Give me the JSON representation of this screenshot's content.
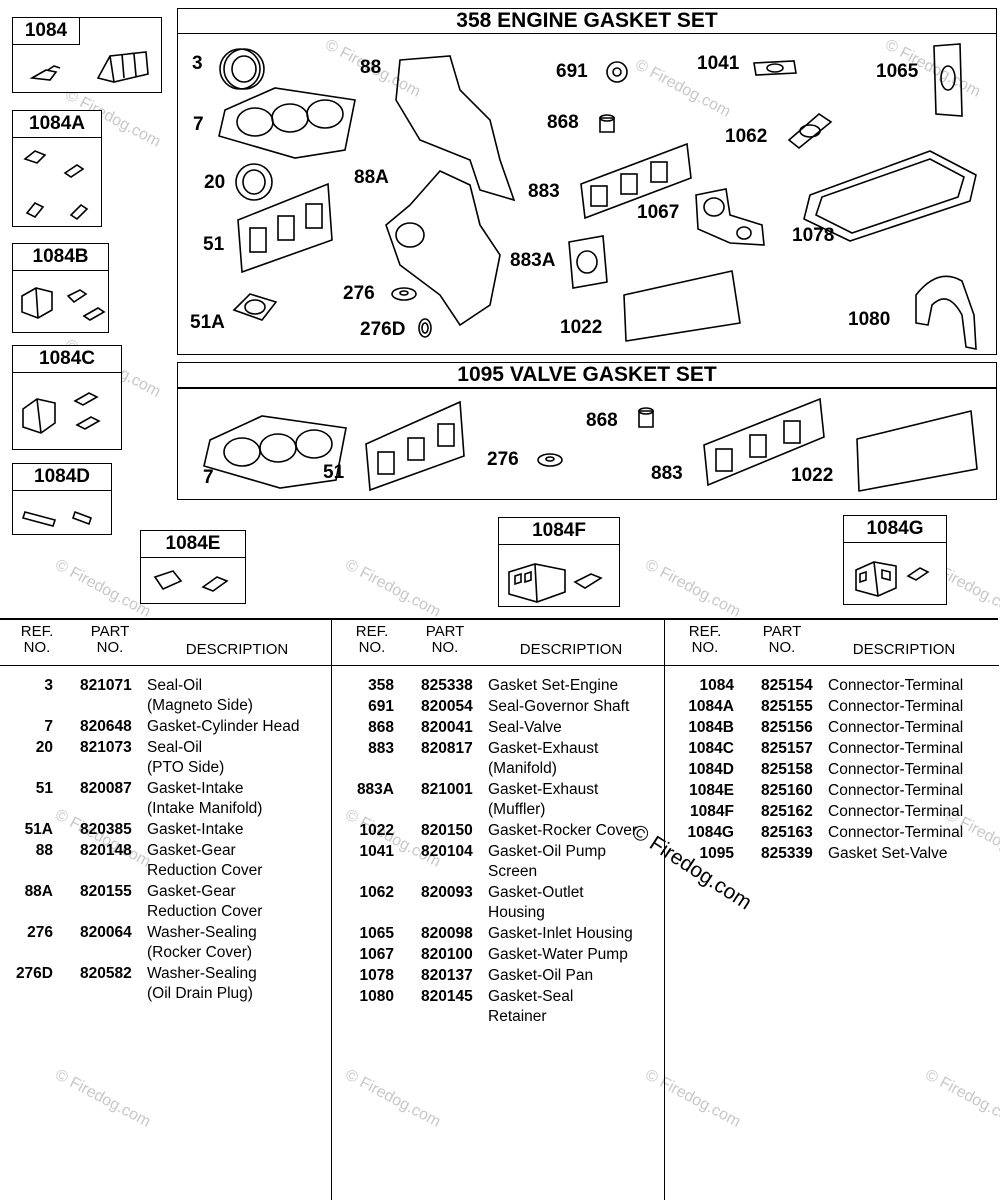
{
  "connector_boxes": [
    {
      "label": "1084"
    },
    {
      "label": "1084A"
    },
    {
      "label": "1084B"
    },
    {
      "label": "1084C"
    },
    {
      "label": "1084D"
    },
    {
      "label": "1084E"
    },
    {
      "label": "1084F"
    },
    {
      "label": "1084G"
    }
  ],
  "engine_set": {
    "title": "358 ENGINE GASKET SET",
    "callouts": [
      "3",
      "7",
      "20",
      "51",
      "51A",
      "88",
      "88A",
      "276",
      "276D",
      "691",
      "868",
      "883",
      "883A",
      "1022",
      "1041",
      "1062",
      "1065",
      "1067",
      "1078",
      "1080"
    ]
  },
  "valve_set": {
    "title": "1095 VALVE GASKET SET",
    "callouts": [
      "7",
      "51",
      "276",
      "868",
      "883",
      "1022"
    ]
  },
  "watermark": "© Firedog.com",
  "table": {
    "headers": {
      "ref": [
        "REF.",
        "NO."
      ],
      "part": [
        "PART",
        "NO."
      ],
      "desc": "DESCRIPTION"
    },
    "columns": [
      [
        {
          "ref": "3",
          "part": "821071",
          "desc": [
            "Seal-Oil",
            "(Magneto Side)"
          ]
        },
        {
          "ref": "7",
          "part": "820648",
          "desc": [
            "Gasket-Cylinder Head"
          ]
        },
        {
          "ref": "20",
          "part": "821073",
          "desc": [
            "Seal-Oil",
            "(PTO Side)"
          ]
        },
        {
          "ref": "51",
          "part": "820087",
          "desc": [
            "Gasket-Intake",
            "(Intake Manifold)"
          ]
        },
        {
          "ref": "51A",
          "part": "820385",
          "desc": [
            "Gasket-Intake"
          ]
        },
        {
          "ref": "88",
          "part": "820148",
          "desc": [
            "Gasket-Gear",
            "Reduction Cover"
          ]
        },
        {
          "ref": "88A",
          "part": "820155",
          "desc": [
            "Gasket-Gear",
            "Reduction Cover"
          ]
        },
        {
          "ref": "276",
          "part": "820064",
          "desc": [
            "Washer-Sealing",
            "(Rocker Cover)"
          ]
        },
        {
          "ref": "276D",
          "part": "820582",
          "desc": [
            "Washer-Sealing",
            "(Oil Drain Plug)"
          ]
        }
      ],
      [
        {
          "ref": "358",
          "part": "825338",
          "desc": [
            "Gasket Set-Engine"
          ]
        },
        {
          "ref": "691",
          "part": "820054",
          "desc": [
            "Seal-Governor Shaft"
          ]
        },
        {
          "ref": "868",
          "part": "820041",
          "desc": [
            "Seal-Valve"
          ]
        },
        {
          "ref": "883",
          "part": "820817",
          "desc": [
            "Gasket-Exhaust",
            "(Manifold)"
          ]
        },
        {
          "ref": "883A",
          "part": "821001",
          "desc": [
            "Gasket-Exhaust",
            "(Muffler)"
          ]
        },
        {
          "ref": "1022",
          "part": "820150",
          "desc": [
            "Gasket-Rocker Cover"
          ]
        },
        {
          "ref": "1041",
          "part": "820104",
          "desc": [
            "Gasket-Oil Pump",
            "Screen"
          ]
        },
        {
          "ref": "1062",
          "part": "820093",
          "desc": [
            "Gasket-Outlet",
            "Housing"
          ]
        },
        {
          "ref": "1065",
          "part": "820098",
          "desc": [
            "Gasket-Inlet Housing"
          ]
        },
        {
          "ref": "1067",
          "part": "820100",
          "desc": [
            "Gasket-Water Pump"
          ]
        },
        {
          "ref": "1078",
          "part": "820137",
          "desc": [
            "Gasket-Oil Pan"
          ]
        },
        {
          "ref": "1080",
          "part": "820145",
          "desc": [
            "Gasket-Seal",
            "Retainer"
          ]
        }
      ],
      [
        {
          "ref": "1084",
          "part": "825154",
          "desc": [
            "Connector-Terminal"
          ]
        },
        {
          "ref": "1084A",
          "part": "825155",
          "desc": [
            "Connector-Terminal"
          ]
        },
        {
          "ref": "1084B",
          "part": "825156",
          "desc": [
            "Connector-Terminal"
          ]
        },
        {
          "ref": "1084C",
          "part": "825157",
          "desc": [
            "Connector-Terminal"
          ]
        },
        {
          "ref": "1084D",
          "part": "825158",
          "desc": [
            "Connector-Terminal"
          ]
        },
        {
          "ref": "1084E",
          "part": "825160",
          "desc": [
            "Connector-Terminal"
          ]
        },
        {
          "ref": "1084F",
          "part": "825162",
          "desc": [
            "Connector-Terminal"
          ]
        },
        {
          "ref": "1084G",
          "part": "825163",
          "desc": [
            "Connector-Terminal"
          ]
        },
        {
          "ref": "1095",
          "part": "825339",
          "desc": [
            "Gasket Set-Valve"
          ]
        }
      ]
    ]
  }
}
